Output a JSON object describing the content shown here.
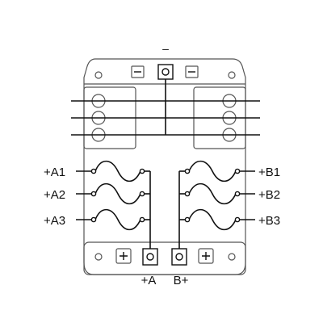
{
  "diagram": {
    "ground_label": "–",
    "left_outputs": [
      "+A1",
      "+A2",
      "+A3"
    ],
    "right_outputs": [
      "+B1",
      "+B2",
      "+B3"
    ],
    "input_a": "+A",
    "input_b": "B+",
    "ground_bus_count": 3,
    "colors": {
      "line": "#111111",
      "outline": "#555555",
      "background": "#ffffff"
    }
  }
}
